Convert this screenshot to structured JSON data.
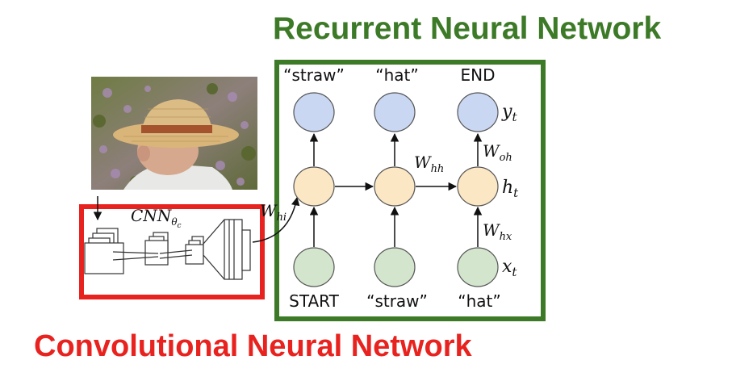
{
  "rnn": {
    "title": "Recurrent Neural Network",
    "outputs": [
      "“straw”",
      "“hat”",
      "END"
    ],
    "inputs": [
      "START",
      "“straw”",
      "“hat”"
    ],
    "weights": {
      "hh": "W",
      "hh_sub": "hh",
      "oh": "W",
      "oh_sub": "oh",
      "hx": "W",
      "hx_sub": "hx",
      "hi_partial": "W",
      "hi_sub": "hi"
    },
    "symbols": {
      "y": "y",
      "y_sub": "t",
      "h": "h",
      "h_sub": "t",
      "x": "x",
      "x_sub": "t"
    }
  },
  "cnn": {
    "title": "Convolutional Neural Network",
    "label": "CNN",
    "label_sub": "θ",
    "label_subsub": "c"
  },
  "colors": {
    "rnn_green": "#3c7a27",
    "cnn_red": "#e8231f",
    "output_node": "#c9d7f2",
    "hidden_node": "#fbe7c4",
    "input_node": "#d3e6cd"
  }
}
